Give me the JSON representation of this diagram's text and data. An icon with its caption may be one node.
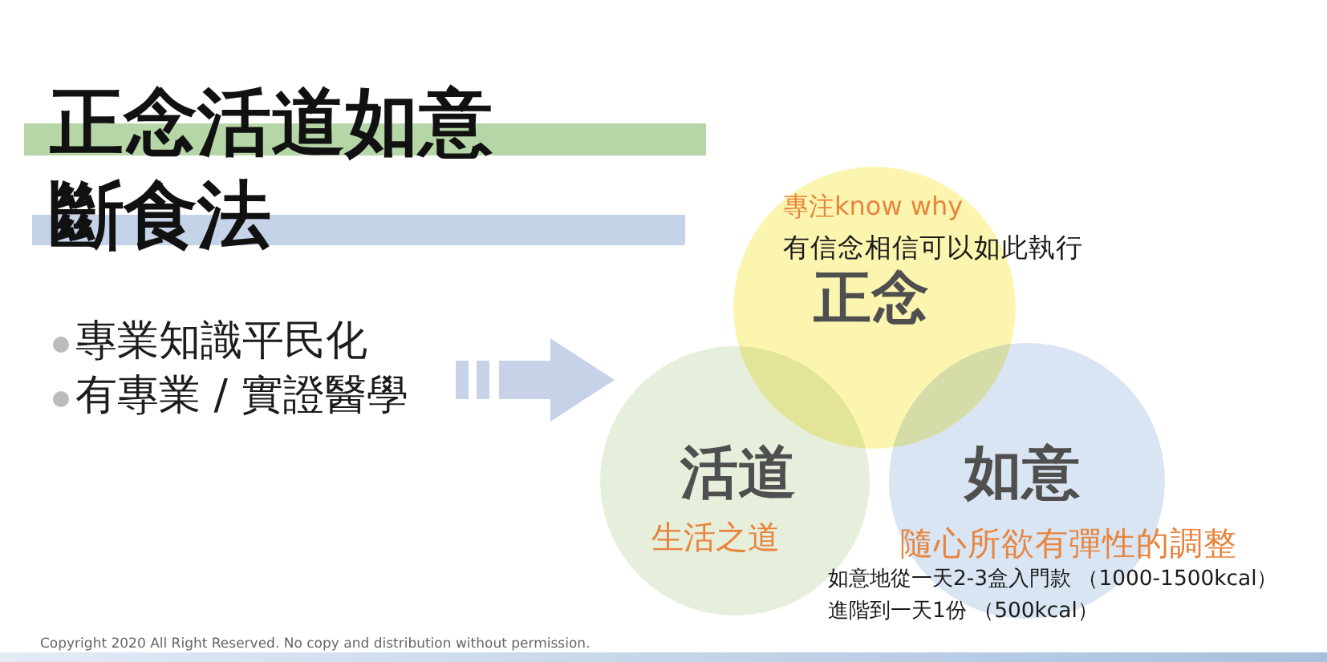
{
  "diagram": {
    "title": "正念活道如意斷食法",
    "nodes": [
      {
        "text": [
          "專注know why",
          "有信念相信可以如此執行",
          "正念"
        ]
      },
      {
        "text": [
          "活道",
          "生活之道"
        ]
      },
      {
        "text": [
          "如意",
          "隨心所欲有彈性的調整",
          "如意地從一天2-3盒入門款 （1000-1500kcal）",
          "進階到一天1份 （500kcal）"
        ]
      }
    ],
    "labels": [
      "專業知識平民化",
      "有專業 / 實證醫學",
      "Copyright 2020 All Right Reserved. No copy and distribution without permission."
    ]
  }
}
